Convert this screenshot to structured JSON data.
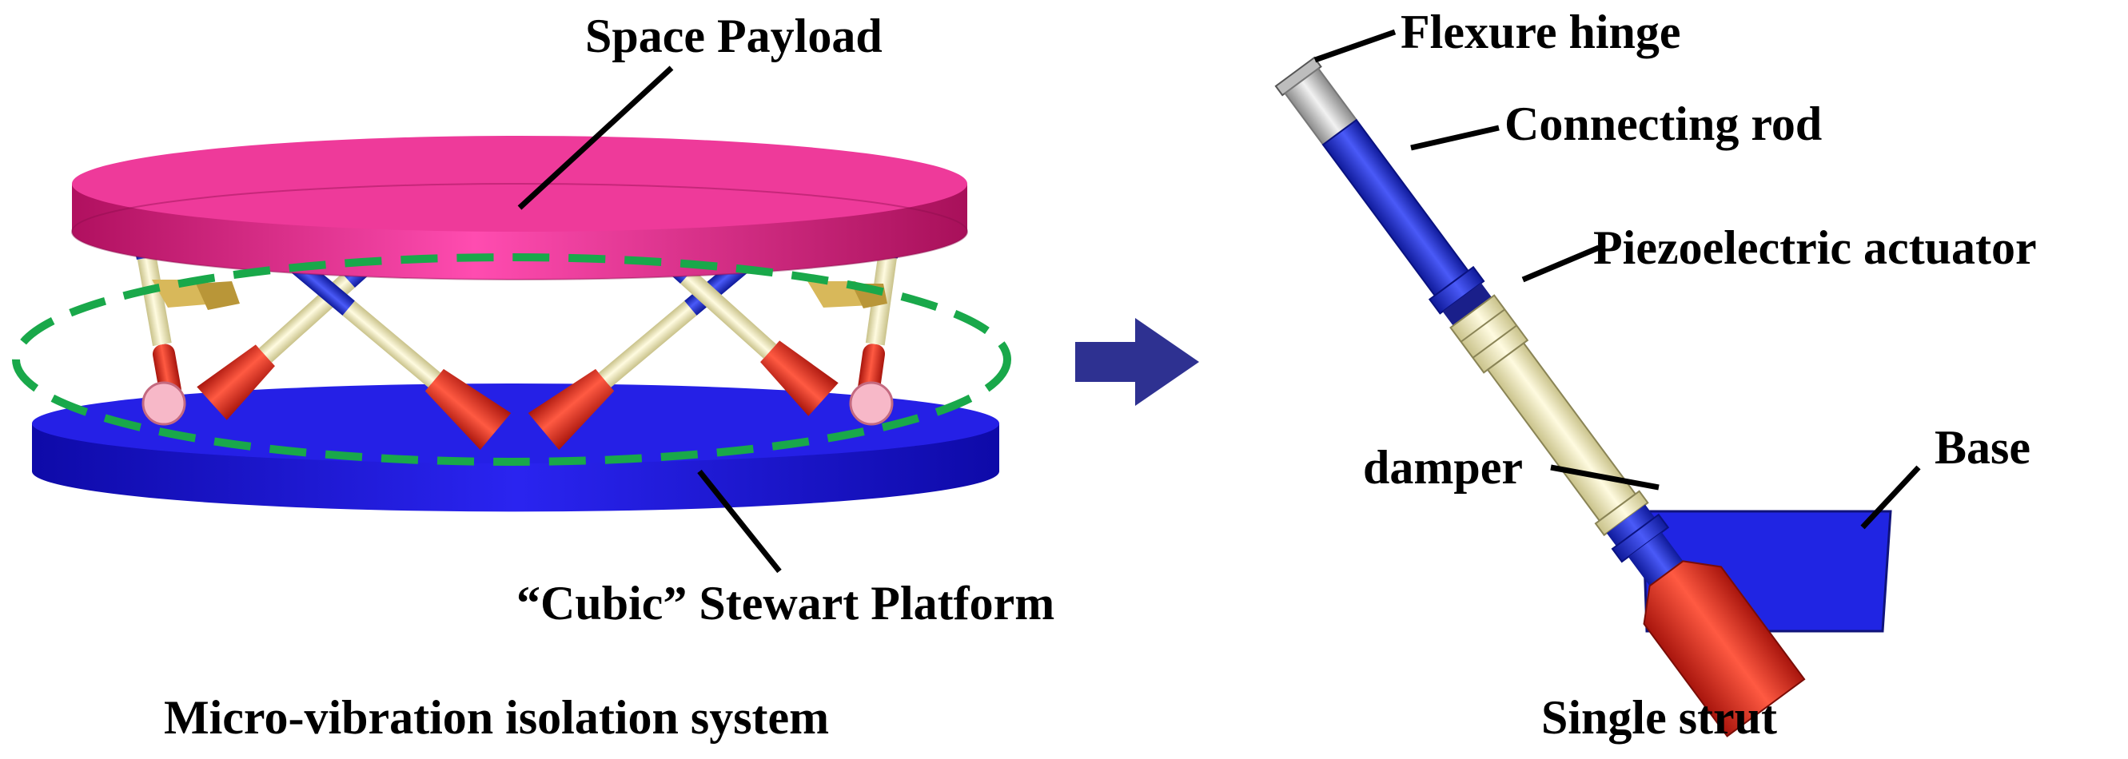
{
  "labels": {
    "space_payload": "Space Payload",
    "cubic_stewart": "“Cubic” Stewart Platform",
    "flexure_hinge": "Flexure hinge",
    "connecting_rod": "Connecting rod",
    "piezo_actuator": "Piezoelectric actuator",
    "damper": "damper",
    "base": "Base"
  },
  "captions": {
    "left": "Micro-vibration isolation system",
    "right": "Single strut"
  },
  "colors": {
    "payload": "#e8258a",
    "base_plate": "#1b17d8",
    "strut_blue": "#2a33d6",
    "actuator_yellow": "#f3efb8",
    "damper_red": "#e02b1f",
    "ellipse_green": "#19a84a",
    "arrow": "#2e3191",
    "hinge_gold": "#d8b85a"
  },
  "icons": {
    "arrow": "right-arrow-icon"
  }
}
